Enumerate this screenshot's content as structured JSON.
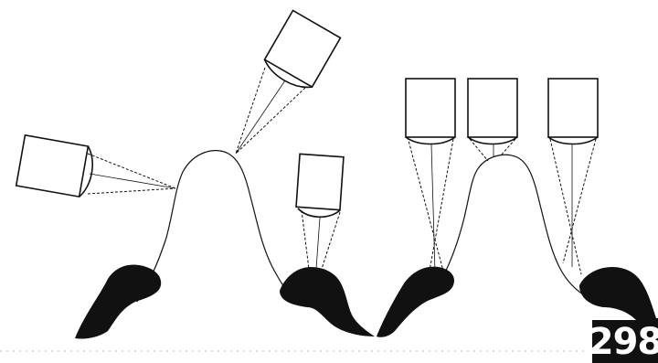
{
  "page_number": "298",
  "colors": {
    "ink": "#111111",
    "paper": "#ffffff"
  },
  "icons": [
    "camera-icon",
    "tooth-profile",
    "gear-tooth-root"
  ]
}
